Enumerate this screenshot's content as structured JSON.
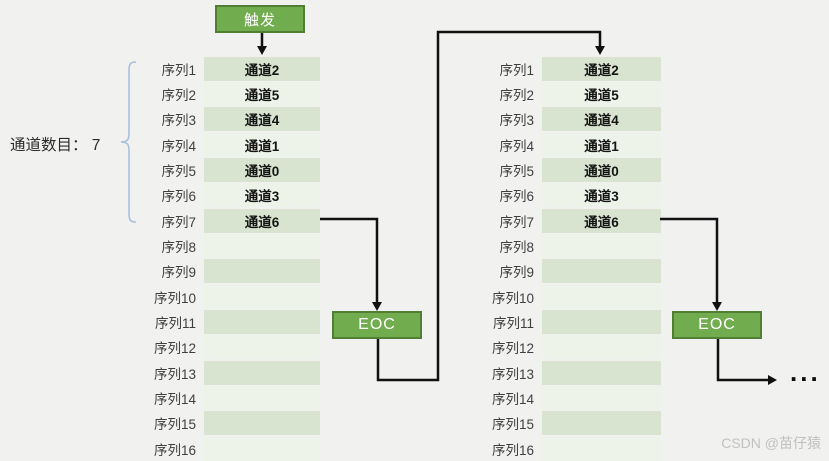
{
  "trigger": {
    "label": "触发"
  },
  "annotation": {
    "channel_count_label": "通道数目： 7"
  },
  "sequence_table": {
    "row_labels": [
      "序列1",
      "序列2",
      "序列3",
      "序列4",
      "序列5",
      "序列6",
      "序列7",
      "序列8",
      "序列9",
      "序列10",
      "序列11",
      "序列12",
      "序列13",
      "序列14",
      "序列15",
      "序列16"
    ],
    "channel_values": [
      "通道2",
      "通道5",
      "通道4",
      "通道1",
      "通道0",
      "通道3",
      "通道6",
      "",
      "",
      "",
      "",
      "",
      "",
      "",
      "",
      ""
    ]
  },
  "eoc": {
    "label": "EOC"
  },
  "continuation": "...",
  "watermark": "CSDN @苗仔猿",
  "colors": {
    "background": "#f1f1f0",
    "box_green": "#71ac4e",
    "box_border": "#507e32",
    "row_dark": "#d8e4cf",
    "row_light": "#edf3e8",
    "bracket": "#a9c0dd",
    "line": "#111111"
  }
}
